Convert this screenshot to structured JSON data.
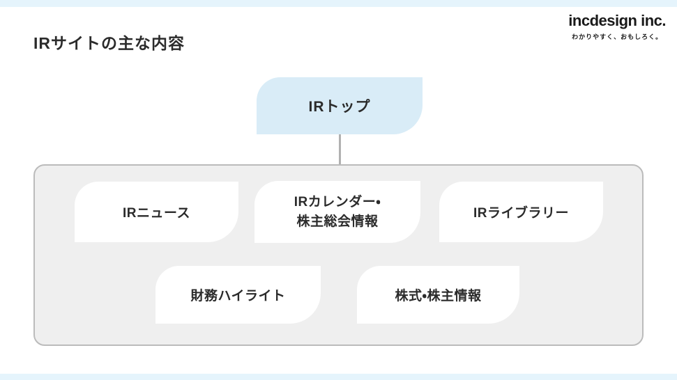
{
  "header": {
    "title": "IRサイトの主な内容",
    "brand_name": "incdesign inc.",
    "brand_tagline": "わかりやすく、おもしろく。"
  },
  "diagram": {
    "root_label": "IRトップ",
    "children": [
      {
        "id": "ir-news",
        "label": "IRニュース"
      },
      {
        "id": "ir-calendar-shareholders-meeting",
        "lines": [
          "IRカレンダー・",
          "株主総会情報"
        ]
      },
      {
        "id": "ir-library",
        "label": "IRライブラリー"
      },
      {
        "id": "financial-highlights",
        "label": "財務ハイライト"
      },
      {
        "id": "stock-shareholder-info",
        "label": "株式・株主情報"
      }
    ]
  },
  "colors": {
    "accent_bar": "#e5f4fc",
    "root_node_fill": "#d9ecf7",
    "container_fill": "#efefef",
    "container_border": "#bbbbbb",
    "child_node_fill": "#ffffff",
    "text": "#2b2b2b",
    "connector": "#b1b1b1"
  }
}
